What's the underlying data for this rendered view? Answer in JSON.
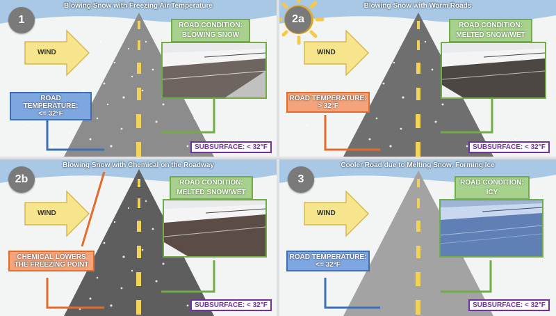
{
  "panels": [
    {
      "id": "1",
      "title": "Blowing Snow with Freezing Air Temperature",
      "wind_label": "WIND",
      "road_condition_label": "ROAD CONDITION:",
      "road_condition_value": "BLOWING SNOW",
      "left_box_line1": "ROAD TEMPERATURE:",
      "left_box_line2": "<= 32°F",
      "subsurface": "SUBSURFACE: < 32°F"
    },
    {
      "id": "2a",
      "title": "Blowing Snow with Warm Roads",
      "wind_label": "WIND",
      "road_condition_label": "ROAD CONDITION:",
      "road_condition_value": "MELTED SNOW/WET",
      "left_box_line1": "ROAD TEMPERATURE:",
      "left_box_line2": "> 32°F",
      "subsurface": "SUBSURFACE: < 32°F"
    },
    {
      "id": "2b",
      "title": "Blowing Snow with Chemical on the Roadway",
      "wind_label": "WIND",
      "road_condition_label": "ROAD CONDITION:",
      "road_condition_value": "MELTED SNOW/WET",
      "left_box_line1": "CHEMICAL LOWERS",
      "left_box_line2": "THE FREEZING POINT",
      "subsurface": "SUBSURFACE: < 32°F"
    },
    {
      "id": "3",
      "title": "Cooler Road due to Melting Snow, Forming Ice",
      "wind_label": "WIND",
      "road_condition_label": "ROAD CONDITION:",
      "road_condition_value": "ICY",
      "left_box_line1": "ROAD TEMPERATURE:",
      "left_box_line2": "<= 32°F",
      "subsurface": "SUBSURFACE: < 32°F"
    }
  ],
  "colors": {
    "sky": "#a8c8e6",
    "road": "#8c8c8c",
    "centerline": "#f2d35a",
    "wind_arrow": "#f6e58d",
    "condition_green": "#70ad47",
    "temp_blue": "#3c6fb6",
    "temp_orange": "#e46c2a",
    "subsurface_purple": "#7030a0",
    "sun": "#f7c948"
  }
}
